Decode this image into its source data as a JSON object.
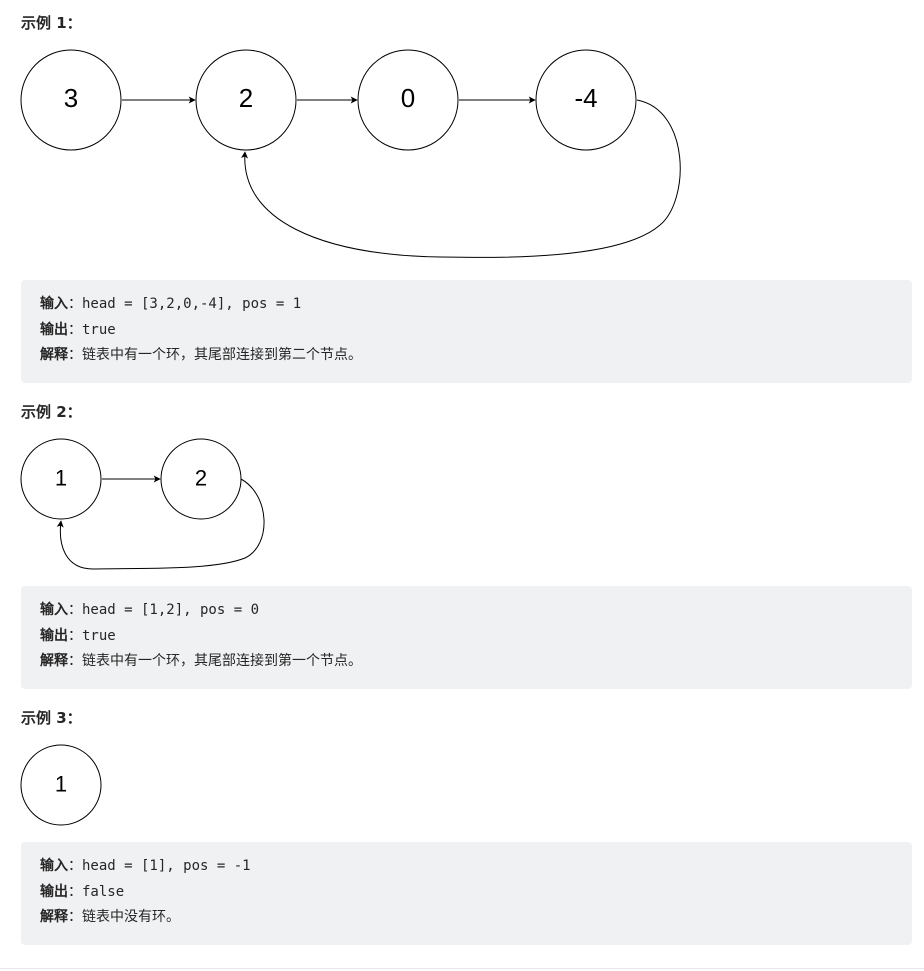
{
  "examples": [
    {
      "heading": "示例 1：",
      "nodes": [
        "3",
        "2",
        "0",
        "-4"
      ],
      "input_label": "输入",
      "input_value": "head = [3,2,0,-4], pos = 1",
      "output_label": "输出",
      "output_value": "true",
      "explanation_label": "解释",
      "explanation_value": "链表中有一个环，其尾部连接到第二个节点。"
    },
    {
      "heading": "示例 2：",
      "nodes": [
        "1",
        "2"
      ],
      "input_label": "输入",
      "input_value": "head = [1,2], pos = 0",
      "output_label": "输出",
      "output_value": "true",
      "explanation_label": "解释",
      "explanation_value": "链表中有一个环，其尾部连接到第一个节点。"
    },
    {
      "heading": "示例 3：",
      "nodes": [
        "1"
      ],
      "input_label": "输入",
      "input_value": "head = [1], pos = -1",
      "output_label": "输出",
      "output_value": "false",
      "explanation_label": "解释",
      "explanation_value": "链表中没有环。"
    }
  ],
  "colon": "："
}
